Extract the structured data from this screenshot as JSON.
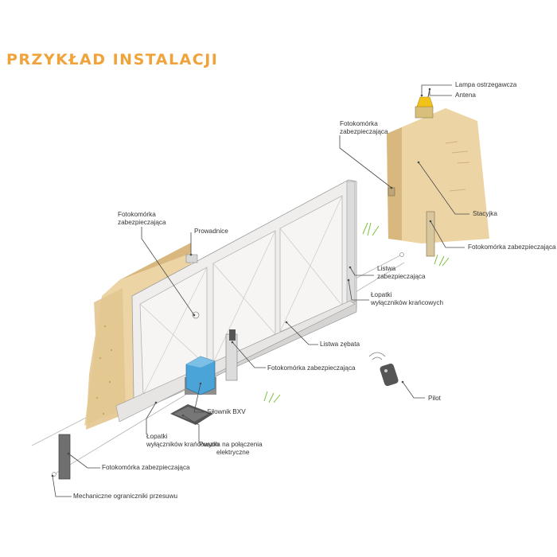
{
  "title": "PRZYKŁAD INSTALACJI",
  "labels": {
    "lampa": "Lampa ostrzegawcza",
    "antena": "Antena",
    "fotocell_top_1": "Fotokomórka",
    "fotocell_top_2": "zabezpieczająca",
    "fotocell_left_1": "Fotokomórka",
    "fotocell_left_2": "zabezpieczająca",
    "prowadnice": "Prowadnice",
    "stacyjka": "Stacyjka",
    "fotocell_right": "Fotokomórka zabezpieczająca",
    "listwa_zab_1": "Listwa",
    "listwa_zab_2": "zabezpieczająca",
    "lopatki_right_1": "Łopatki",
    "lopatki_right_2": "wyłączników krańcowych",
    "listwa_zebata": "Listwa zębata",
    "fotocell_mid": "Fotokomórka zabezpieczająca",
    "pilot": "Pilot",
    "silownik": "Siłownik BXV",
    "lopatki_left_1": "Łopatki",
    "lopatki_left_2": "wyłączników krańcowych",
    "puszka_1": "Puszka na połączenia",
    "puszka_2": "elektryczne",
    "fotocell_bottom": "Fotokomórka zabezpieczająca",
    "ograniczniki": "Mechaniczne ograniczniki przesuwu"
  },
  "colors": {
    "title": "#f0a23b",
    "wall": "#ecd4a4",
    "wall_dark": "#d9b880",
    "gate_frame": "#e2e0de",
    "motor": "#4aa4d8",
    "grass": "#7bbf3a",
    "lamp": "#f2c218"
  }
}
